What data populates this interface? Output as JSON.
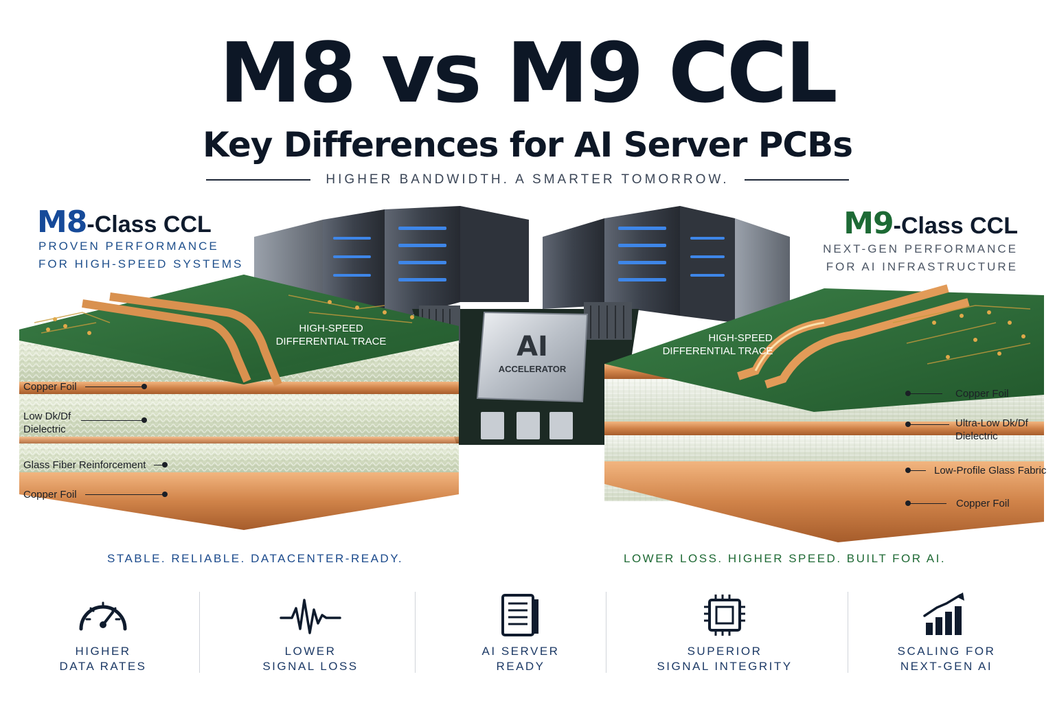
{
  "title": "M8 vs M9 CCL",
  "subtitle": "Key Differences for AI Server PCBs",
  "tagline": "HIGHER BANDWIDTH. A SMARTER TOMORROW.",
  "m8": {
    "class_big": "M8",
    "class_rest": "-Class CCL",
    "subtitle_line1": "PROVEN PERFORMANCE",
    "subtitle_line2": "FOR HIGH-SPEED SYSTEMS",
    "trace_line1": "HIGH-SPEED",
    "trace_line2": "DIFFERENTIAL TRACE",
    "labels": {
      "copper_top": "Copper Foil",
      "dielectric_line1": "Low Dk/Df",
      "dielectric_line2": "Dielectric",
      "glass": "Glass Fiber Reinforcement",
      "copper_bottom": "Copper Foil"
    },
    "slogan": "STABLE. RELIABLE. DATACENTER-READY."
  },
  "m9": {
    "class_big": "M9",
    "class_rest": "-Class CCL",
    "subtitle_line1": "NEXT-GEN PERFORMANCE",
    "subtitle_line2": "FOR AI INFRASTRUCTURE",
    "trace_line1": "HIGH-SPEED",
    "trace_line2": "DIFFERENTIAL TRACE",
    "labels": {
      "copper_top": "Copper Foil",
      "dielectric_line1": "Ultra-Low Dk/Df",
      "dielectric_line2": "Dielectric",
      "glass": "Low-Profile Glass Fabric",
      "copper_bottom": "Copper Foil"
    },
    "slogan": "LOWER LOSS. HIGHER SPEED. BUILT FOR AI."
  },
  "chip": {
    "logo": "AI",
    "label": "ACCELERATOR"
  },
  "features": [
    {
      "icon": "speedometer-icon",
      "line1": "HIGHER",
      "line2": "DATA RATES"
    },
    {
      "icon": "waveform-icon",
      "line1": "LOWER",
      "line2": "SIGNAL LOSS"
    },
    {
      "icon": "server-icon",
      "line1": "AI SERVER",
      "line2": "READY"
    },
    {
      "icon": "chip-icon",
      "line1": "SUPERIOR",
      "line2": "SIGNAL INTEGRITY"
    },
    {
      "icon": "growth-chart-icon",
      "line1": "SCALING FOR",
      "line2": "NEXT-GEN AI"
    }
  ],
  "colors": {
    "navy": "#0d1726",
    "m8_blue": "#164a99",
    "m9_green": "#1d6a35",
    "pcb_green": "#2e6e3b",
    "copper": "#d38a4e",
    "dielectric": "#dfe6d3"
  }
}
